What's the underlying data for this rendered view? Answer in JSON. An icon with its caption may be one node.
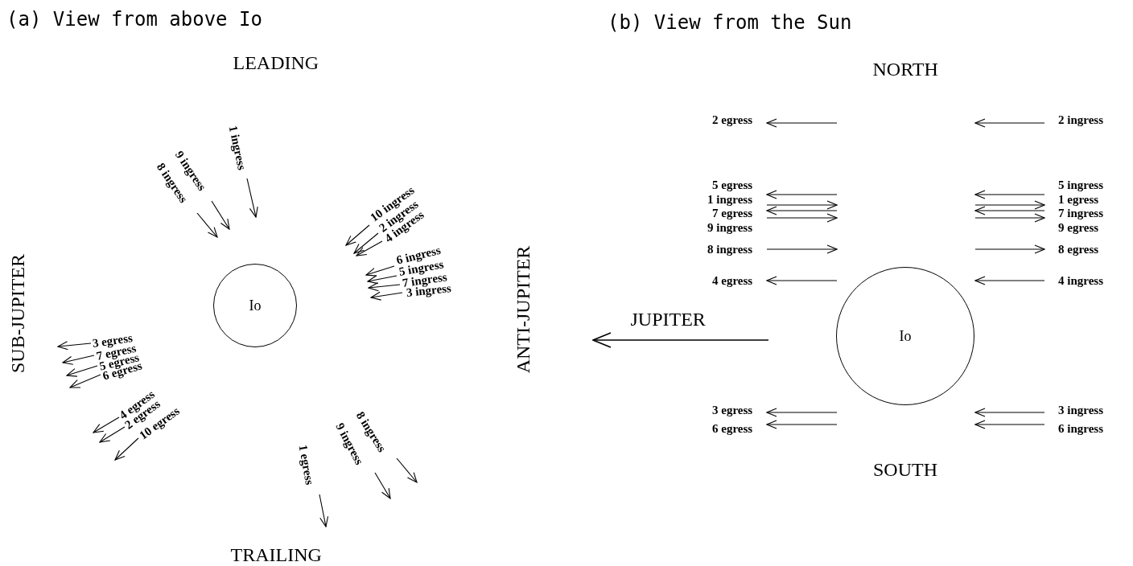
{
  "diagram": {
    "nodes": [
      {
        "text": [
          "Io"
        ]
      },
      {
        "text": [
          "Io"
        ]
      }
    ],
    "edges": [],
    "labels": [
      "(a) View from above Io",
      "(b) View from the Sun",
      "LEADING",
      "NORTH",
      "2 egress",
      "2 ingress",
      "1 ingress",
      "9 ingress",
      "8 ingress",
      "5 egress",
      "5 ingress",
      "1 ingress",
      "1 egress",
      "7 egress",
      "7 ingress",
      "9 ingress",
      "9 egress",
      "10 ingress",
      "2 ingress",
      "4 ingress",
      "8 ingress",
      "8 egress",
      "6 ingress",
      "5 ingress",
      "7 ingress",
      "3 ingress",
      "4 egress",
      "4 ingress",
      "SUB-JUPITER",
      "ANTI-JUPITER",
      "JUPITER",
      "3 egress",
      "7 egress",
      "5 egress",
      "6 egress",
      "4 egress",
      "2 egress",
      "10 egress",
      "3 egress",
      "3 ingress",
      "6 egress",
      "6 ingress",
      "8 ingress",
      "9 ingress",
      "1 egress",
      "SOUTH",
      "TRAILING"
    ]
  }
}
